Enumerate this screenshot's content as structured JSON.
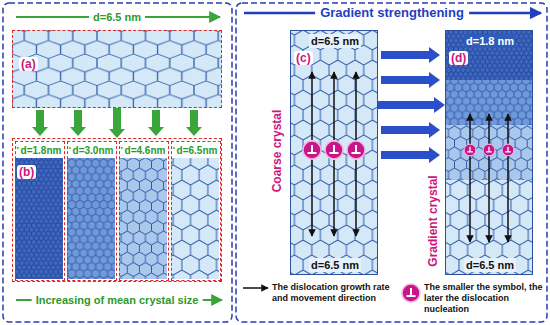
{
  "diagram": {
    "nodes": [
      {
        "text": [
          "(a)"
        ]
      },
      {
        "text": [
          "(b)"
        ]
      },
      {
        "text": [
          "d=1.8nm"
        ],
        "in": 1
      },
      {
        "text": [
          "d=3.0nm"
        ],
        "in": 1
      },
      {
        "text": [
          "d=4.6nm"
        ],
        "in": 1
      },
      {
        "text": [
          "d=6.5nm"
        ],
        "in": 1
      },
      {
        "text": [
          "(c)",
          "d=6.5 nm",
          "d=6.5 nm",
          "Coarse crystal"
        ]
      },
      {
        "text": [
          "(d)",
          "d=1.8 nm",
          "d=6.5 nm",
          "Gradient crystal"
        ]
      }
    ],
    "edges": [
      {
        "from": 0,
        "to": 1,
        "arrow": "to"
      },
      {
        "from": 6,
        "to": 7,
        "arrow": "to"
      }
    ],
    "labels": [
      "d=6.5 nm",
      "Increasing of mean crystal size",
      "Gradient strengthening"
    ],
    "legend": [
      {
        "text": "The dislocation growth rate and movement direction"
      },
      {
        "text": "The smaller the symbol, the later the dislocation nucleation"
      }
    ]
  }
}
